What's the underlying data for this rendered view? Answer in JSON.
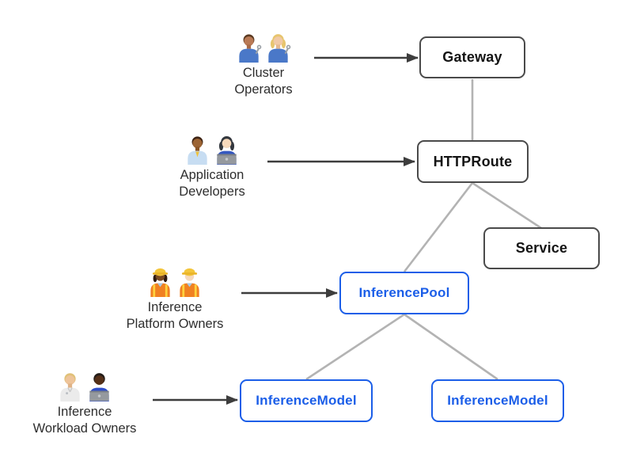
{
  "diagram": {
    "personas": [
      {
        "name": "Cluster Operators",
        "label_lines": [
          "Cluster",
          "Operators"
        ],
        "icons": [
          "man-mechanic-icon",
          "woman-mechanic-icon"
        ],
        "points_to": "Gateway"
      },
      {
        "name": "Application Developers",
        "label_lines": [
          "Application",
          "Developers"
        ],
        "icons": [
          "man-office-worker-icon",
          "woman-technologist-icon"
        ],
        "points_to": "HTTPRoute"
      },
      {
        "name": "Inference Platform Owners",
        "label_lines": [
          "Inference",
          "Platform Owners"
        ],
        "icons": [
          "woman-construction-worker-icon",
          "man-construction-worker-icon"
        ],
        "points_to": "InferencePool"
      },
      {
        "name": "Inference Workload Owners",
        "label_lines": [
          "Inference",
          "Workload Owners"
        ],
        "icons": [
          "health-worker-icon",
          "man-technologist-icon"
        ],
        "points_to": "InferenceModel"
      }
    ],
    "nodes": [
      {
        "id": "gateway",
        "label": "Gateway",
        "style": "gray"
      },
      {
        "id": "httproute",
        "label": "HTTPRoute",
        "style": "gray"
      },
      {
        "id": "service",
        "label": "Service",
        "style": "gray"
      },
      {
        "id": "inferencepool",
        "label": "InferencePool",
        "style": "blue"
      },
      {
        "id": "inferencemodel-left",
        "label": "InferenceModel",
        "style": "blue"
      },
      {
        "id": "inferencemodel-right",
        "label": "InferenceModel",
        "style": "blue"
      }
    ],
    "edges": [
      {
        "from": "Gateway",
        "to": "HTTPRoute"
      },
      {
        "from": "HTTPRoute",
        "to": "Service"
      },
      {
        "from": "HTTPRoute",
        "to": "InferencePool"
      },
      {
        "from": "InferencePool",
        "to": "InferenceModel (left)"
      },
      {
        "from": "InferencePool",
        "to": "InferenceModel (right)"
      }
    ],
    "colors": {
      "blue_accent": "#1b5ee8",
      "box_border_gray": "#4a4a4a",
      "connector_gray": "#b3b3b3",
      "arrow_dark": "#3d3d3d",
      "background": "#ffffff"
    }
  }
}
